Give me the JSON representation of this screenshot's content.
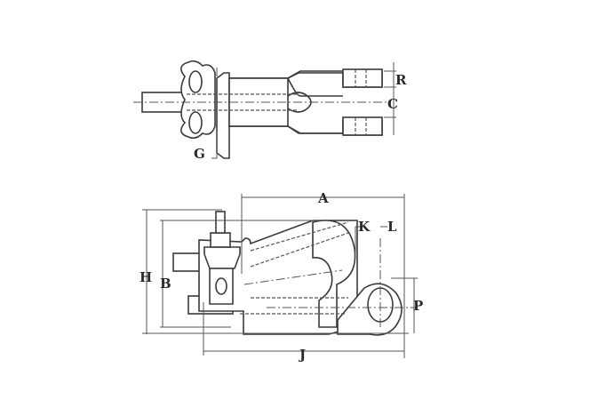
{
  "drawing": {
    "top_view_labels": {
      "R": "R",
      "C": "C",
      "G": "G"
    },
    "side_view_labels": {
      "A": "A",
      "K": "K",
      "L": "L",
      "H": "H",
      "B": "B",
      "P": "P",
      "J": "J"
    }
  }
}
